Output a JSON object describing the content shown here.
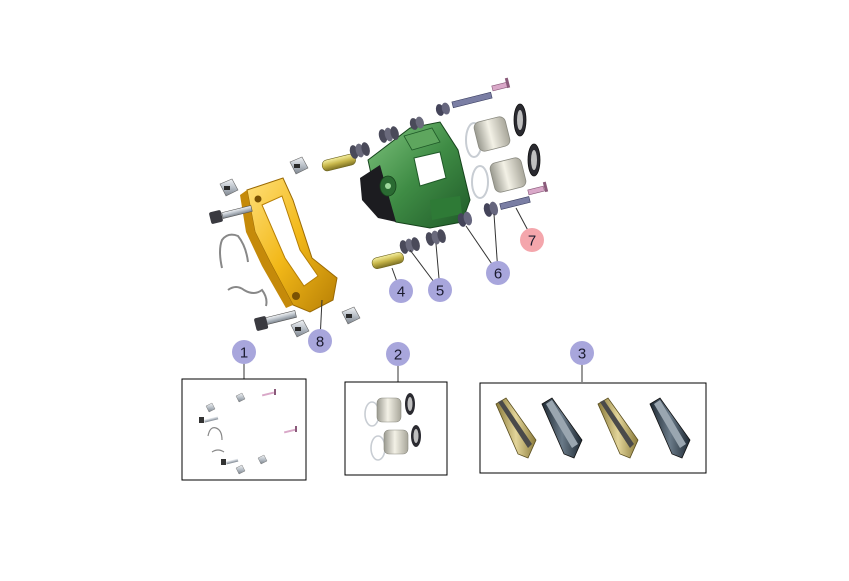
{
  "colors": {
    "callout_fill": "#a8a6dc",
    "callout_highlight_fill": "#f4a6ac",
    "caliper_green": "#3f8c45",
    "bracket_yellow": "#f2b818",
    "steel": "#c8cdd3",
    "rubber": "#3a3a4a",
    "pad_lining_tan": "#d9c98a",
    "pad_lining_dark": "#3a4652",
    "box_border": "#000000"
  },
  "callouts": [
    {
      "id": "1",
      "label": "1"
    },
    {
      "id": "2",
      "label": "2"
    },
    {
      "id": "3",
      "label": "3"
    },
    {
      "id": "4",
      "label": "4"
    },
    {
      "id": "5",
      "label": "5"
    },
    {
      "id": "6",
      "label": "6"
    },
    {
      "id": "7",
      "label": "7",
      "highlighted": true
    },
    {
      "id": "8",
      "label": "8"
    }
  ],
  "kits": [
    {
      "id": "1",
      "name": "hardware-kit"
    },
    {
      "id": "2",
      "name": "piston-kit"
    },
    {
      "id": "3",
      "name": "brake-pad-set"
    }
  ]
}
